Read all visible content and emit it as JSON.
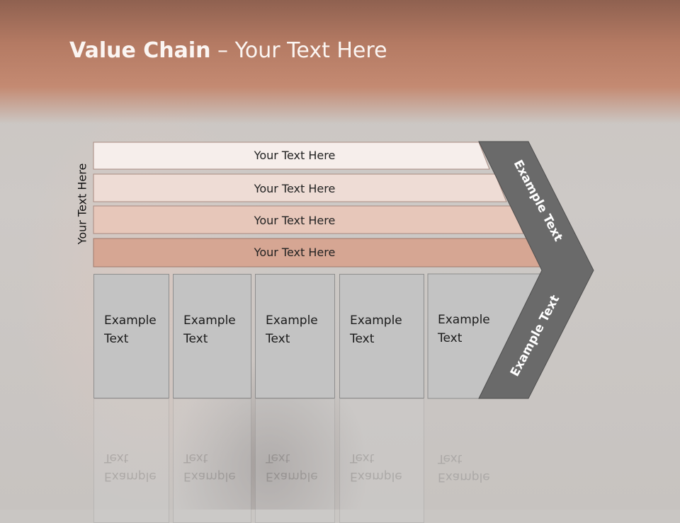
{
  "title": {
    "bold": "Value Chain",
    "rest": " – Your Text Here"
  },
  "side_label": "Your Text Here",
  "bars": [
    {
      "label": "Your Text Here",
      "color": "#f6eeeb"
    },
    {
      "label": "Your Text Here",
      "color": "#eedcd5"
    },
    {
      "label": "Your Text Here",
      "color": "#e7c7ba"
    },
    {
      "label": "Your Text Here",
      "color": "#d6a693"
    }
  ],
  "cells": [
    {
      "label": "Example Text"
    },
    {
      "label": "Example Text"
    },
    {
      "label": "Example Text"
    },
    {
      "label": "Example Text"
    },
    {
      "label": "Example Text"
    }
  ],
  "chevron": {
    "upper": "Example Text",
    "lower": "Example Text",
    "color": "#6a6a6a"
  }
}
